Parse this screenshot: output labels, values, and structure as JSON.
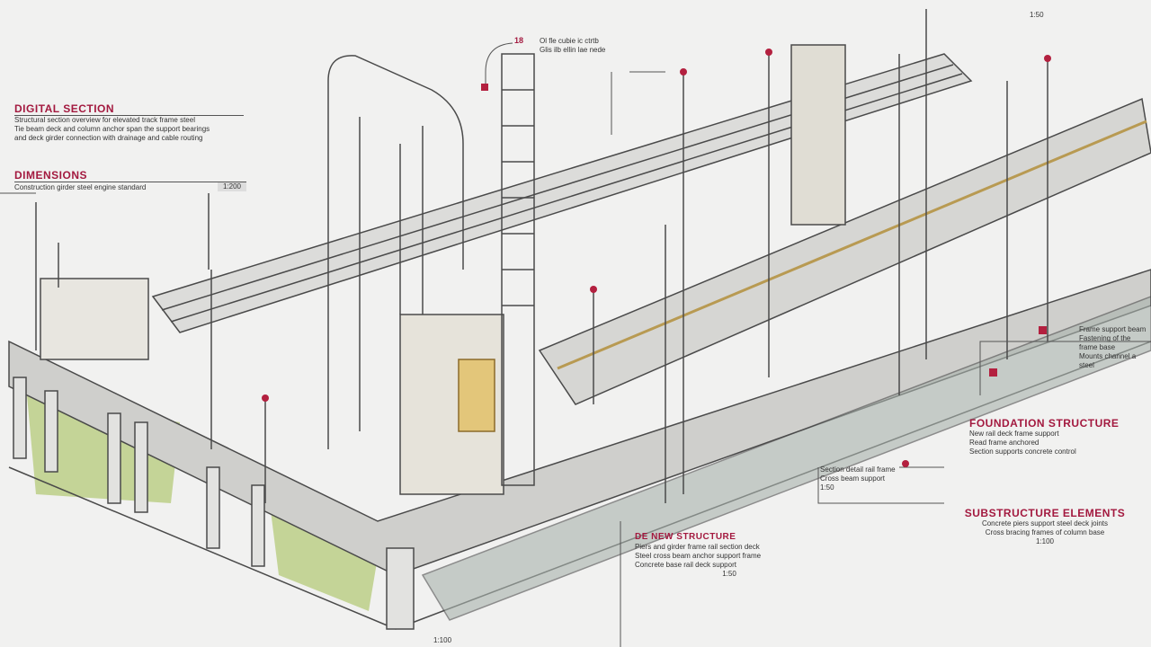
{
  "title": "Elevated rail structure technical illustration",
  "accent_color": "#a3193f",
  "annotations": {
    "top_left": {
      "heading": "DIGITAL SECTION",
      "lines": [
        "Structural section overview for elevated track frame steel",
        "Tie beam deck and column anchor span the support bearings",
        "and deck girder connection with drainage and cable routing"
      ]
    },
    "left_mid": {
      "heading": "DIMENSIONS",
      "line": "Construction girder steel engine standard",
      "value": "1:200"
    },
    "top_center": {
      "marker": "18",
      "lines": [
        "Ol fle cubie ic ctrtb",
        "Glis ilb ellin lae nede"
      ]
    },
    "right_top": {
      "lines": [
        "Frame support beam",
        "Fastening of the frame base",
        "Mounts channel a steel"
      ]
    },
    "right_mid": {
      "heading": "FOUNDATION STRUCTURE",
      "lines": [
        "New rail deck frame support",
        "Read frame anchored",
        "Section supports concrete control"
      ]
    },
    "right_low": {
      "heading": "SUBSTRUCTURE ELEMENTS",
      "lines": [
        "Concrete piers support steel deck joints",
        "Cross bracing frames of column base",
        "1:100"
      ]
    },
    "bottom_center": {
      "heading": "DE NEW STRUCTURE",
      "lines": [
        "Piers and girder frame rail section deck",
        "Steel cross beam anchor support frame",
        "Concrete base rail deck support",
        "1:50"
      ]
    },
    "center_note": {
      "lines": [
        "Section detail rail frame",
        "Cross beam support",
        "1:50"
      ]
    },
    "bottom_tag": "1:100",
    "top_right_tag": "1:50"
  }
}
